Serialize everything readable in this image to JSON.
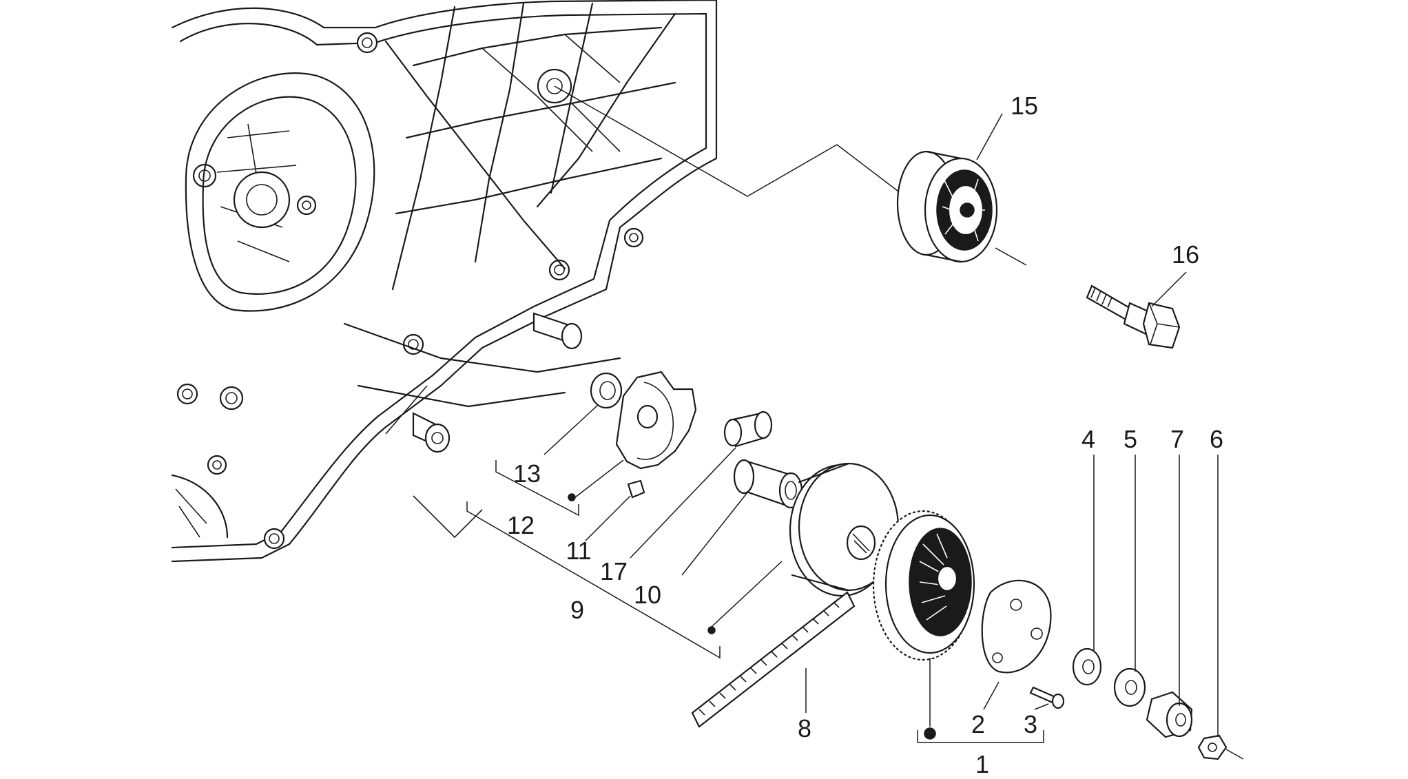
{
  "callouts": {
    "c1": "1",
    "c2": "2",
    "c3": "3",
    "c4": "4",
    "c5": "5",
    "c6": "6",
    "c7": "7",
    "c8": "8",
    "c9": "9",
    "c10": "10",
    "c11": "11",
    "c12": "12",
    "c13": "13",
    "c15": "15",
    "c16": "16",
    "c17": "17"
  }
}
